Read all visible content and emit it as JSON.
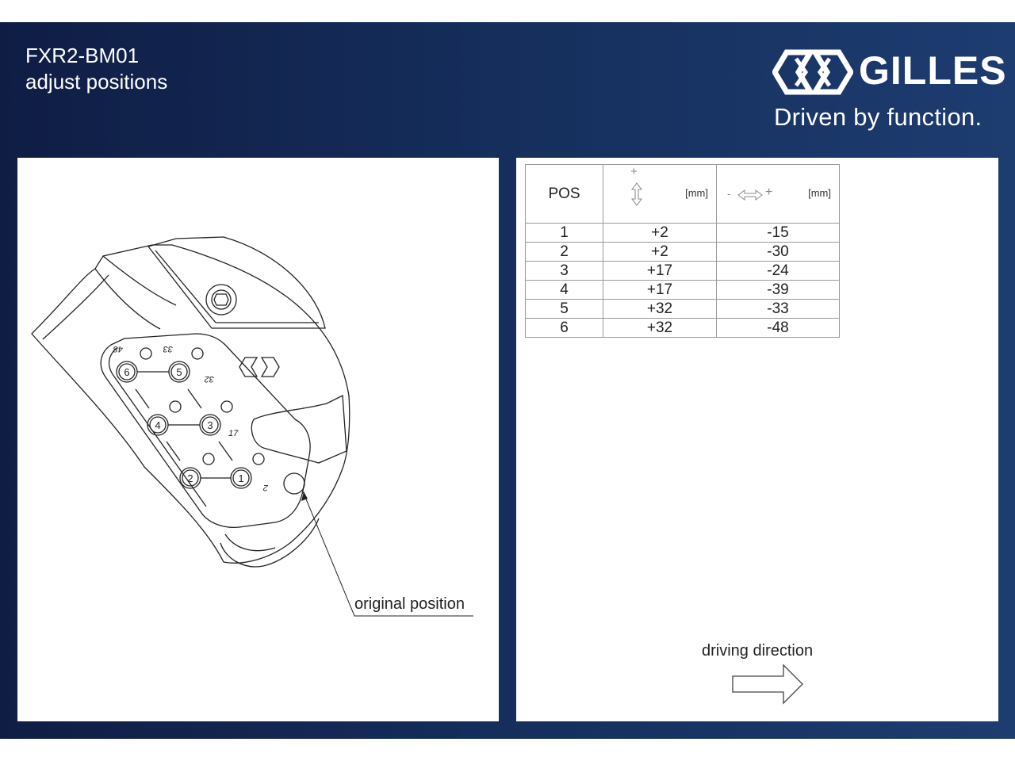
{
  "header": {
    "title_line1": "FXR2-BM01",
    "title_line2": "adjust positions",
    "brand": "GILLES",
    "tagline": "Driven by function."
  },
  "drawing": {
    "callout_label": "original position",
    "plate_hole_labels": [
      "6",
      "5",
      "4",
      "3",
      "2",
      "1"
    ],
    "plate_edge_numbers": [
      "48",
      "33",
      "32",
      "17",
      "2"
    ]
  },
  "table": {
    "col_pos": "POS",
    "col_vertical_unit": "[mm]",
    "col_horizontal_unit": "[mm]",
    "vertical_plus": "+",
    "horizontal_minus": "-",
    "horizontal_plus": "+",
    "rows": [
      {
        "pos": "1",
        "vertical": "+2",
        "horizontal": "-15"
      },
      {
        "pos": "2",
        "vertical": "+2",
        "horizontal": "-30"
      },
      {
        "pos": "3",
        "vertical": "+17",
        "horizontal": "-24"
      },
      {
        "pos": "4",
        "vertical": "+17",
        "horizontal": "-39"
      },
      {
        "pos": "5",
        "vertical": "+32",
        "horizontal": "-33"
      },
      {
        "pos": "6",
        "vertical": "+32",
        "horizontal": "-48"
      }
    ]
  },
  "direction_label": "driving direction",
  "colors": {
    "banner_dark": "#0f1d45",
    "banner_light": "#1d3c70",
    "line": "#222222"
  }
}
